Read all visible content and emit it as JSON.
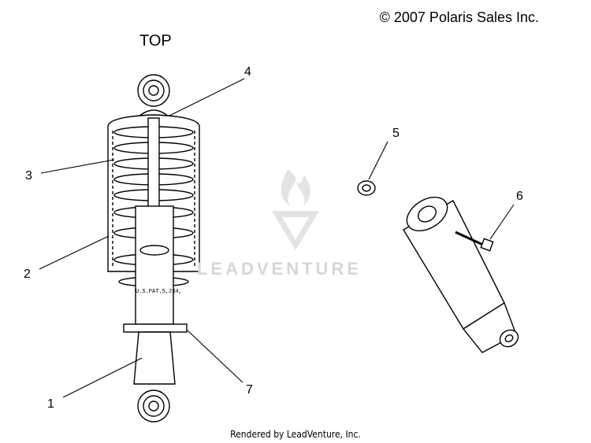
{
  "copyright": "© 2007 Polaris Sales Inc.",
  "orientation_label": "TOP",
  "footer": "Rendered by LeadVenture, Inc.",
  "watermark": "LEADVENTURE",
  "shock_label_text": "U.S.PAT.5,234,",
  "callouts": [
    {
      "id": "1",
      "label": "1"
    },
    {
      "id": "2",
      "label": "2"
    },
    {
      "id": "3",
      "label": "3"
    },
    {
      "id": "4",
      "label": "4"
    },
    {
      "id": "5",
      "label": "5"
    },
    {
      "id": "6",
      "label": "6"
    },
    {
      "id": "7",
      "label": "7"
    }
  ]
}
